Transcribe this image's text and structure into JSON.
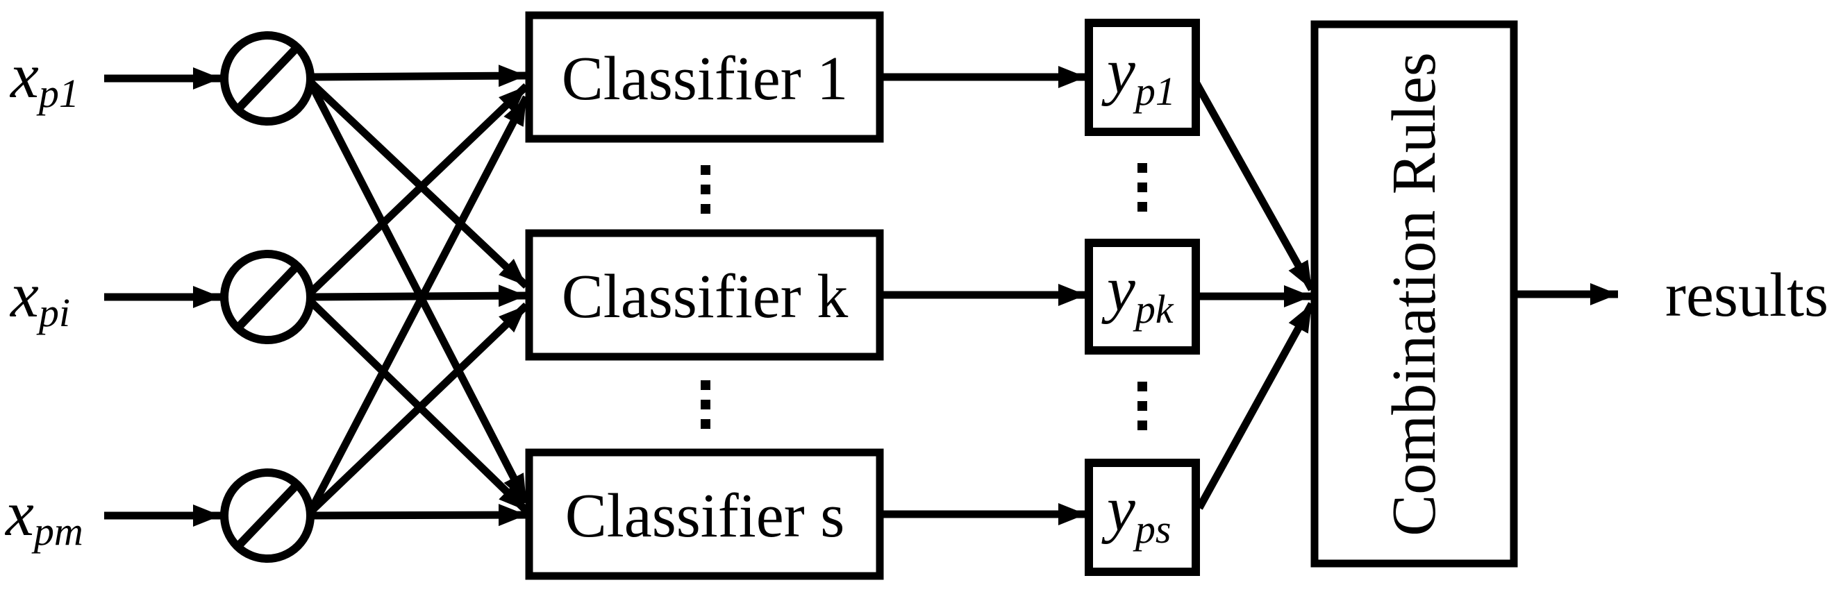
{
  "diagram": {
    "type": "ensemble-classifier-architecture",
    "colors": {
      "stroke": "#000000",
      "background": "#ffffff"
    },
    "ellipsis_symbol": "⋮",
    "inputs": [
      {
        "symbol": "x",
        "subscript": "p1"
      },
      {
        "symbol": "x",
        "subscript": "pi"
      },
      {
        "symbol": "x",
        "subscript": "pm"
      }
    ],
    "preprocessors": [
      {
        "icon": "circle-slash-icon"
      },
      {
        "icon": "circle-slash-icon"
      },
      {
        "icon": "circle-slash-icon"
      }
    ],
    "classifiers": [
      {
        "label": "Classifier 1"
      },
      {
        "label": "Classifier k"
      },
      {
        "label": "Classifier s"
      }
    ],
    "outputs": [
      {
        "symbol": "y",
        "subscript": "p1"
      },
      {
        "symbol": "y",
        "subscript": "pk"
      },
      {
        "symbol": "y",
        "subscript": "ps"
      }
    ],
    "combiner": {
      "label": "Combination Rules"
    },
    "result": {
      "label": "results"
    }
  }
}
